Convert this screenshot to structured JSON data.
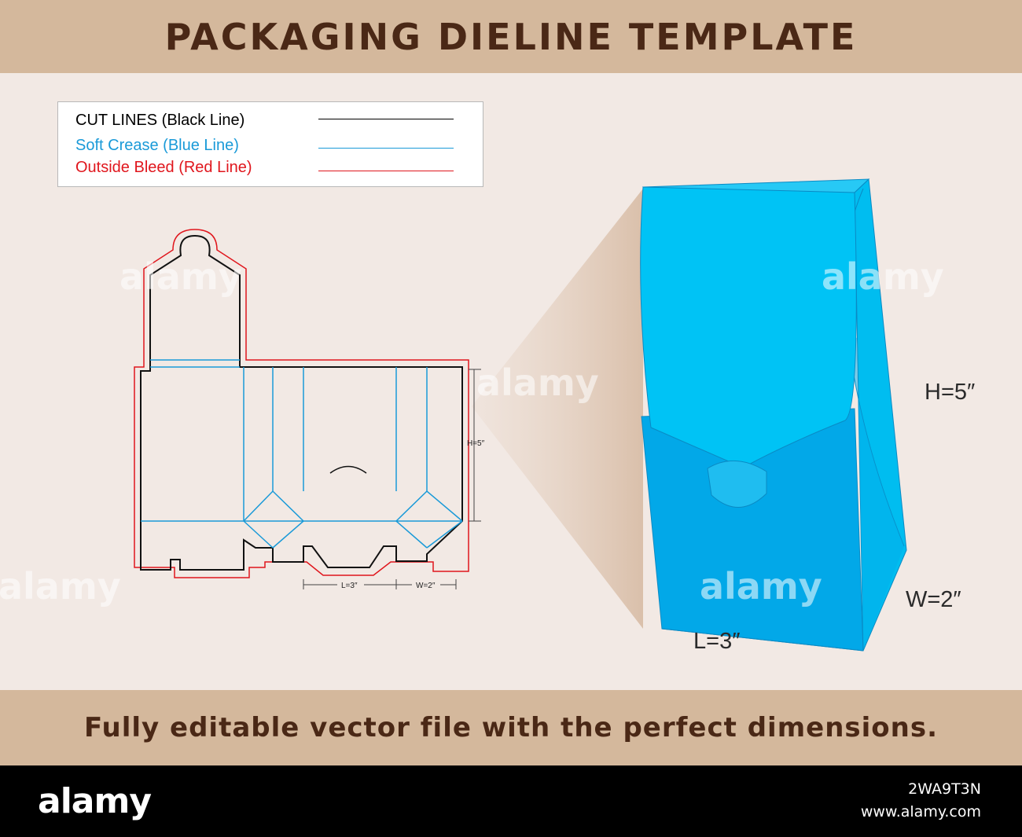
{
  "header": {
    "title": "PACKAGING DIELINE TEMPLATE"
  },
  "legend": {
    "items": [
      {
        "label": "CUT LINES (Black Line)",
        "color": "#000000"
      },
      {
        "label": "Soft Crease (Blue Line)",
        "color": "#1a9ad8"
      },
      {
        "label": "Outside Bleed (Red Line)",
        "color": "#e0161d"
      }
    ]
  },
  "dieline": {
    "height_label": "H=5″",
    "length_label": "L=3″",
    "width_label": "W=2″"
  },
  "product": {
    "height_label": "H=5″",
    "width_label": "W=2″",
    "length_label": "L=3″",
    "box_color": "#00c3f5",
    "box_shade": "#02a8e8"
  },
  "footer": {
    "tagline": "Fully editable vector file with the perfect dimensions.",
    "logo": "alamy",
    "image_id": "2WA9T3N",
    "site": "www.alamy.com"
  },
  "watermark": {
    "text": "alamy"
  }
}
